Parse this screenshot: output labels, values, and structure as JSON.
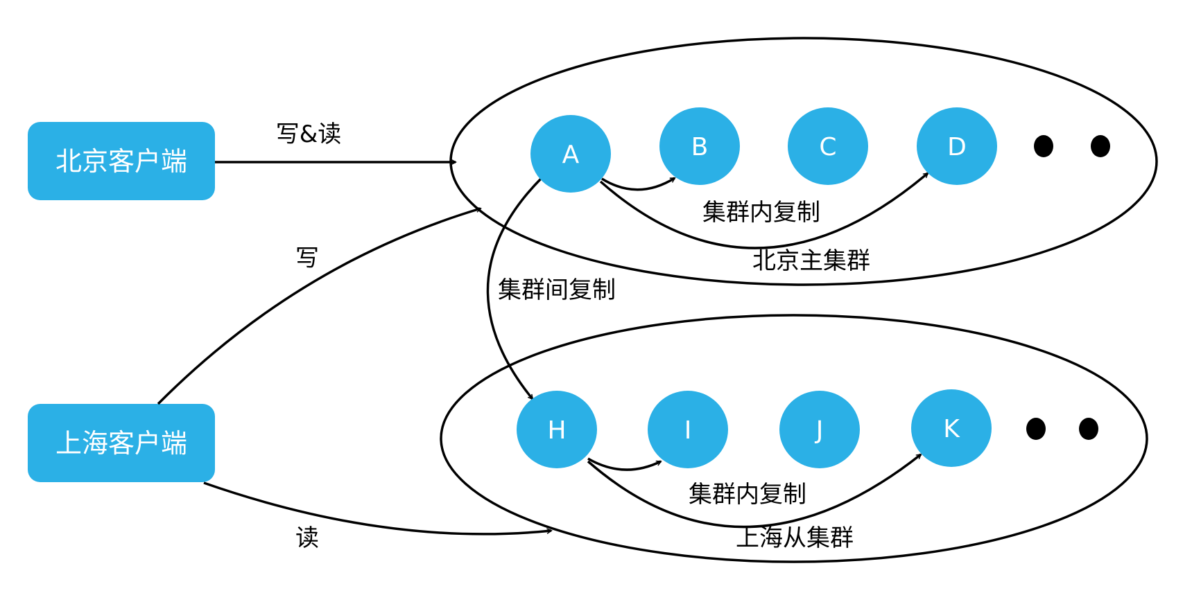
{
  "clients": {
    "beijing": "北京客户端",
    "shanghai": "上海客户端"
  },
  "clusters": {
    "beijing": {
      "label": "北京主集群",
      "replication_label": "集群内复制",
      "nodes": [
        "A",
        "B",
        "C",
        "D"
      ]
    },
    "shanghai": {
      "label": "上海从集群",
      "replication_label": "集群内复制",
      "nodes": [
        "H",
        "I",
        "J",
        "K"
      ]
    }
  },
  "edges": {
    "beijing_read_write": "写&读",
    "shanghai_write": "写",
    "shanghai_read": "读",
    "inter_cluster": "集群间复制"
  },
  "colors": {
    "accent": "#2bb0e6",
    "line": "#000000",
    "text_on_accent": "#ffffff"
  }
}
